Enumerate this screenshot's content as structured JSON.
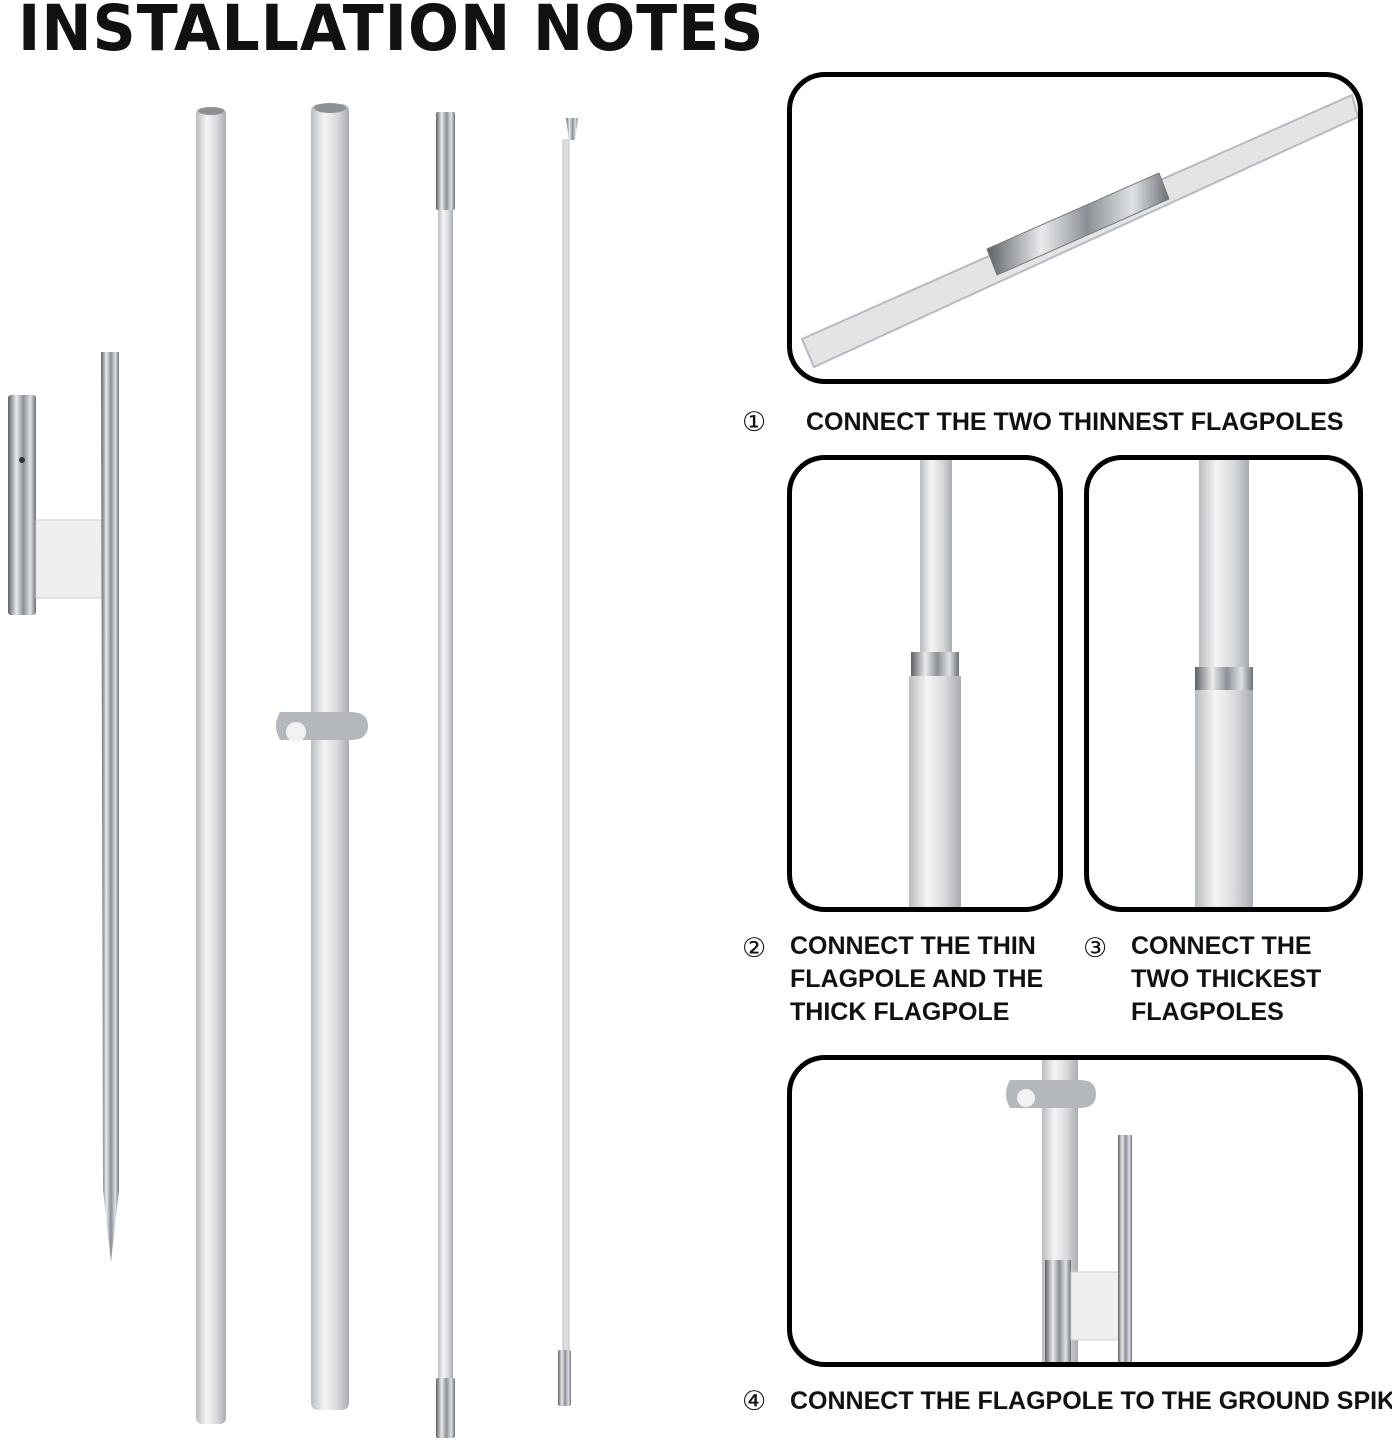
{
  "title": "INSTALLATION NOTES",
  "steps": [
    {
      "number": "①",
      "text": "CONNECT THE TWO THINNEST FLAGPOLES"
    },
    {
      "number": "②",
      "text": "CONNECT THE THIN\nFLAGPOLE AND THE\nTHICK FLAGPOLE"
    },
    {
      "number": "③",
      "text": "CONNECT THE\nTWO THICKEST\nFLAGPOLES"
    },
    {
      "number": "④",
      "text": "CONNECT THE FLAGPOLE TO THE GROUND SPIKE"
    }
  ],
  "parts": [
    "ground-spike",
    "thick-pole",
    "thick-pole-with-clip",
    "thin-pole",
    "fiberglass-top"
  ],
  "colors": {
    "pole": "#d9dadd",
    "chrome": "#9a9ea3",
    "outline": "#000000"
  }
}
